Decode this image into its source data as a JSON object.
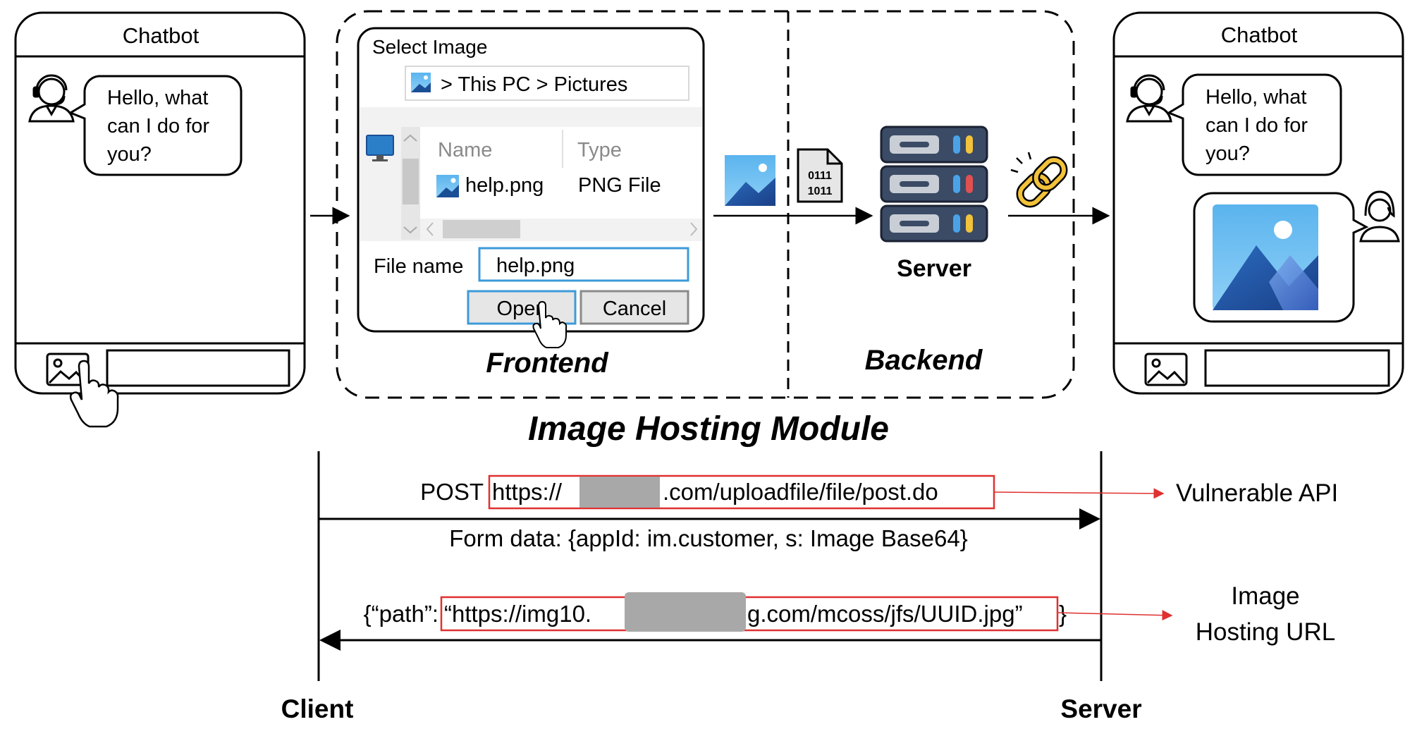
{
  "left_phone": {
    "title": "Chatbot",
    "bubble_lines": [
      "Hello, what",
      "can I do for",
      "you?"
    ]
  },
  "module": {
    "title": "Image Hosting Module",
    "frontend_label": "Frontend",
    "backend_label": "Backend",
    "dialog": {
      "title": "Select Image",
      "path": "> This PC > Pictures",
      "col_name": "Name",
      "col_type": "Type",
      "file_name": "help.png",
      "file_type": "PNG File",
      "file_name_label": "File name",
      "file_name_value": "help.png",
      "open_label": "Open",
      "cancel_label": "Cancel"
    },
    "binary_lines": [
      "0111",
      "1011"
    ],
    "server_label": "Server"
  },
  "right_phone": {
    "title": "Chatbot",
    "bubble_lines": [
      "Hello, what",
      "can I do for",
      "you?"
    ]
  },
  "sequence": {
    "client_label": "Client",
    "server_label": "Server",
    "request_method": "POST",
    "request_url_prefix": "https://",
    "request_url_suffix": ".com/uploadfile/file/post.do",
    "form_data": "Form data: {appId: im.customer, s: Image Base64}",
    "response_prefix": "{“path”: ",
    "response_url_prefix": "“https://img10.",
    "response_url_suffix": "g.com/mcoss/jfs/UUID.jpg”",
    "response_suffix": "}",
    "vulnerable_label": "Vulnerable API",
    "hosting_label_lines": [
      "Image",
      "Hosting URL"
    ]
  },
  "colors": {
    "highlight": "#e03030",
    "redaction": "#a8a8a8",
    "image_dark": "#1a4f96",
    "image_light": "#5bb4ee",
    "link_chain": "#f2c23a"
  }
}
